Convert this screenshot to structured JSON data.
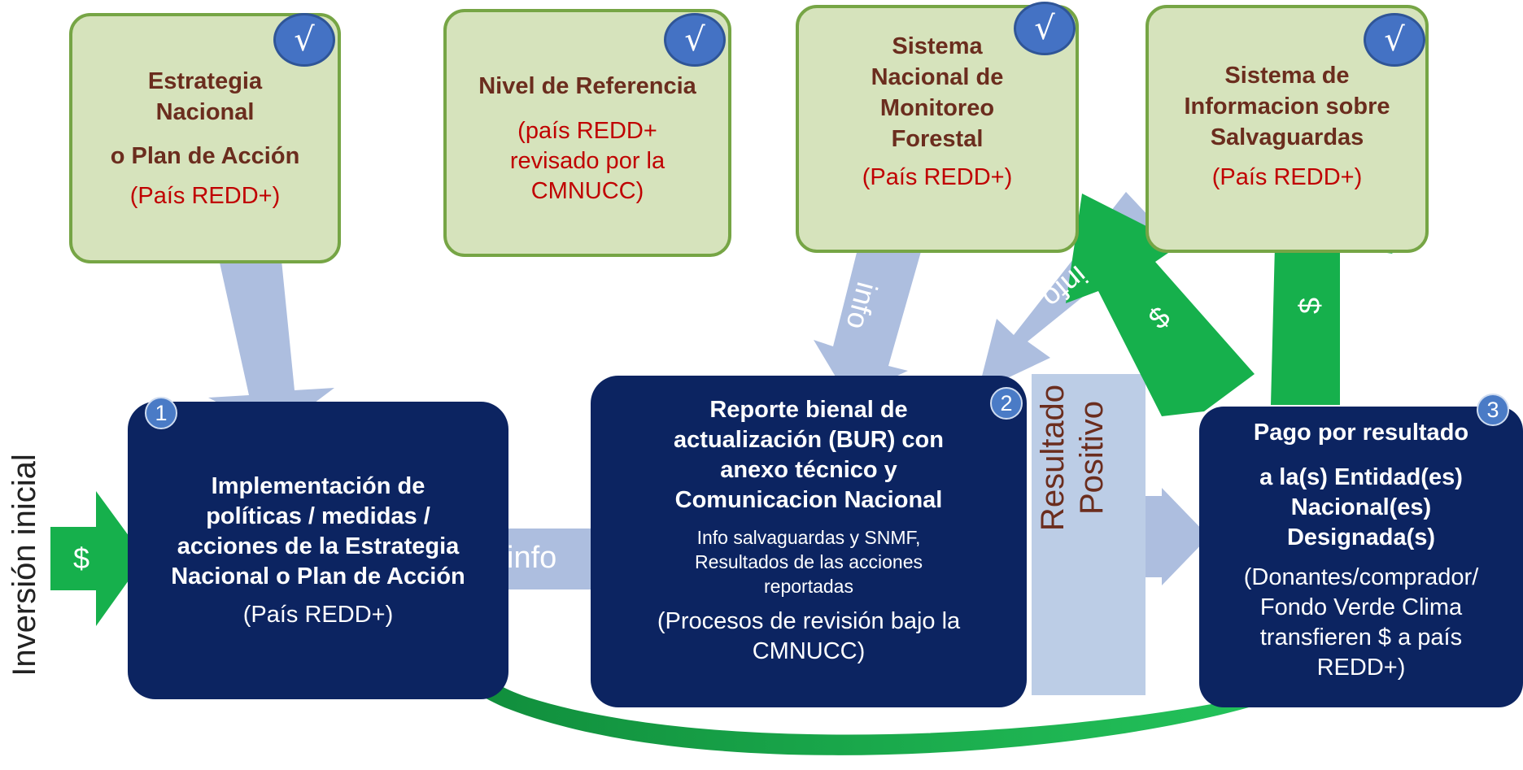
{
  "check_symbol": "√",
  "green_boxes": [
    {
      "title_lines": [
        "Estrategia",
        "Nacional",
        "o Plan de Acción"
      ],
      "sub": "(País REDD+)"
    },
    {
      "title_lines": [
        "Nivel de Referencia"
      ],
      "sub_lines": [
        "(país REDD+",
        "revisado por la",
        "CMNUCC)"
      ]
    },
    {
      "title_lines": [
        "Sistema",
        "Nacional de",
        "Monitoreo",
        "Forestal"
      ],
      "sub": "(País REDD+)"
    },
    {
      "title_lines": [
        "Sistema de",
        "Informacion sobre",
        "Salvaguardas"
      ],
      "sub": "(País REDD+)"
    }
  ],
  "steps": [
    {
      "num": "1",
      "title_lines": [
        "Implementación de",
        "políticas / medidas /",
        "acciones de la Estrategia",
        "Nacional o Plan de Acción"
      ],
      "sub": "(País REDD+)"
    },
    {
      "num": "2",
      "title_lines": [
        "Reporte bienal de",
        "actualización (BUR) con",
        "anexo técnico y",
        "Comunicacion Nacional"
      ],
      "small_lines": [
        "Info salvaguardas y SNMF,",
        "Resultados de las acciones",
        "reportadas"
      ],
      "sub_lines": [
        "(Procesos de revisión bajo la",
        "CMNUCC)"
      ]
    },
    {
      "num": "3",
      "title_lines": [
        "Pago por resultado",
        "a la(s) Entidad(es)",
        "Nacional(es)",
        "Designada(s)"
      ],
      "sub_lines": [
        "(Donantes/comprador/",
        "Fondo Verde Clima",
        "transfieren $ a país",
        "REDD+)"
      ]
    }
  ],
  "arrow_labels": {
    "info1": "info",
    "info2": "info",
    "info3": "info",
    "info_horizontal": "info",
    "dollar_in": "$",
    "dollar1": "$",
    "dollar2": "$"
  },
  "resultado": {
    "line1": "Resultado",
    "line2": "Positivo"
  },
  "side_label": "Inversión inicial",
  "colors": {
    "green_fill": "#d6e3bc",
    "green_border": "#76a545",
    "navy": "#0c2461",
    "info_arrow": "#adbedf",
    "dollar_arrow": "#16b04c",
    "title_brown": "#6b2d1e",
    "sub_red": "#c00000"
  }
}
